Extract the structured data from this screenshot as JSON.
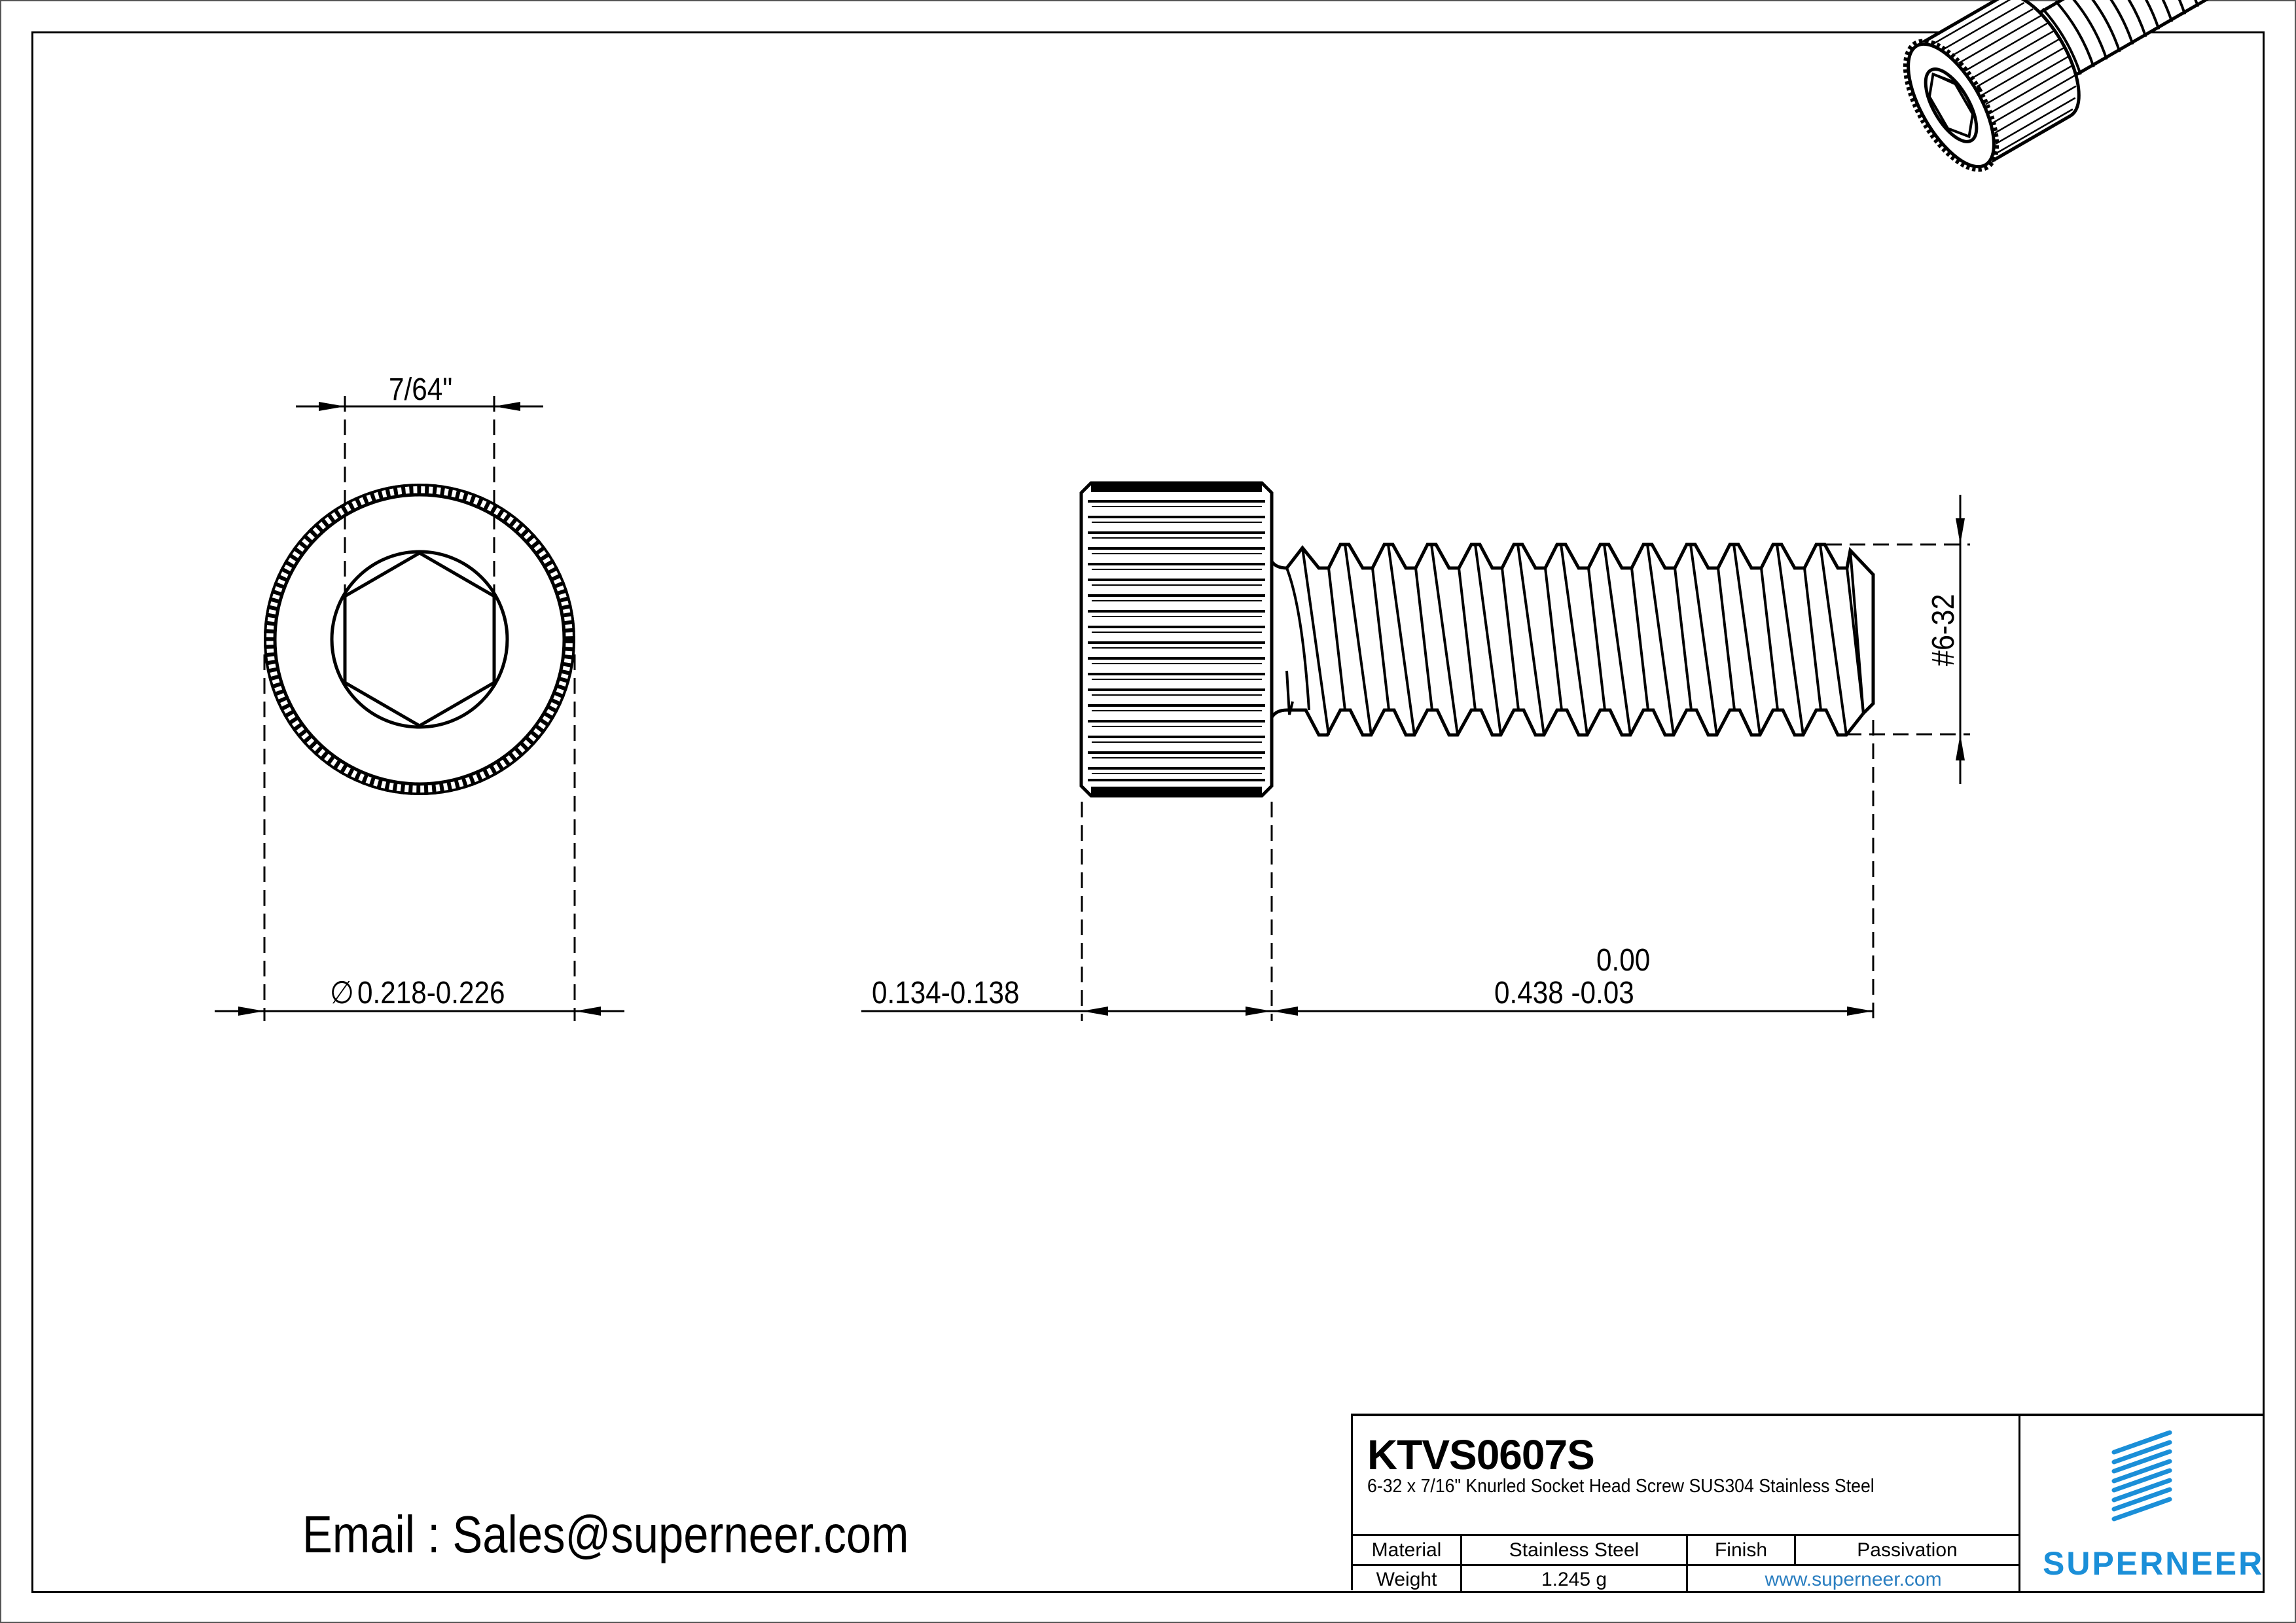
{
  "drawing": {
    "part_number": "KTVS0607S",
    "description": "6-32 x 7/16\" Knurled Socket Head Screw SUS304 Stainless Steel",
    "email_line": "Email : Sales@superneer.com"
  },
  "dimensions": {
    "socket_size": "7/64\"",
    "head_diameter_symbol": "∅",
    "head_diameter": "0.218-0.226",
    "head_height": "0.134-0.138",
    "length_upper_tol": "0.00",
    "length_nominal": "0.438 -0.03",
    "thread_spec": "#6-32"
  },
  "title_block": {
    "material_label": "Material",
    "material_value": "Stainless Steel",
    "finish_label": "Finish",
    "finish_value": "Passivation",
    "weight_label": "Weight",
    "weight_value": "1.245 g",
    "website": "www.superneer.com",
    "brand": "SUPERNEER",
    "brand_color": "#1b8fd8",
    "link_color": "#2a7ec0"
  },
  "views": {
    "end_view": "socket-head-top-view",
    "side_view": "screw-side-view",
    "iso_view": "screw-isometric-view"
  }
}
